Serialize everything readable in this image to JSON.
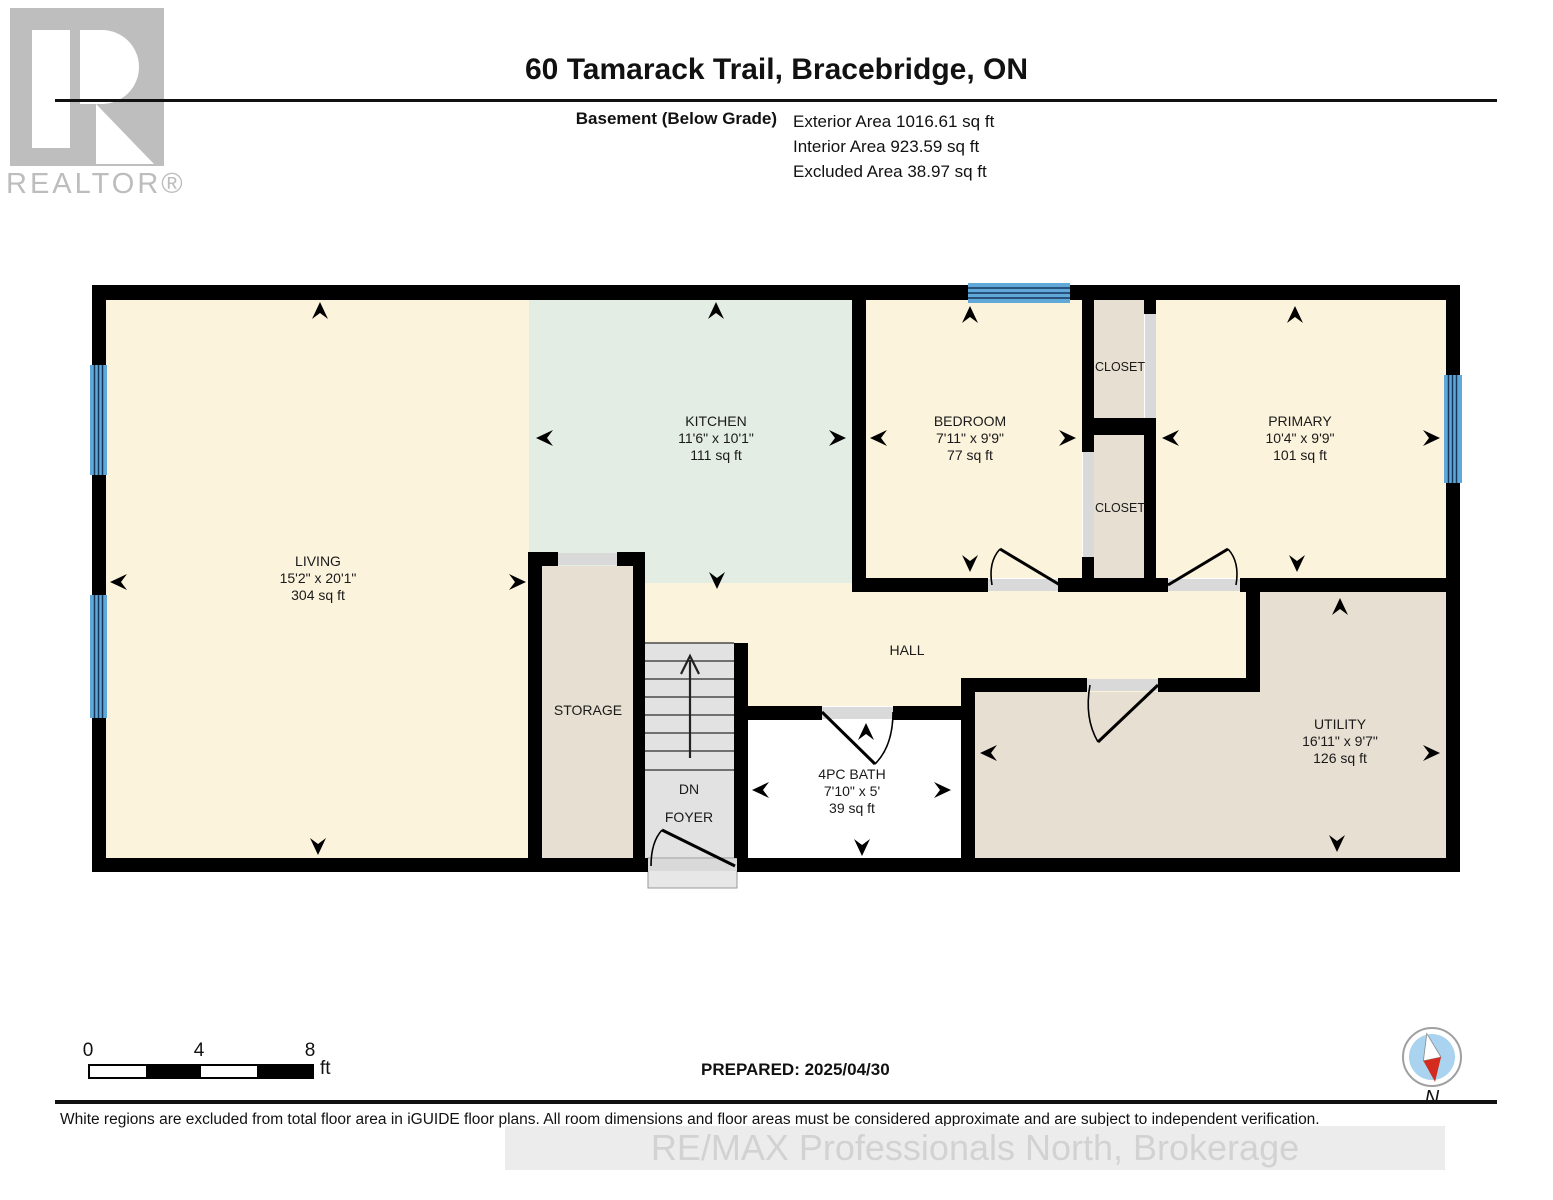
{
  "header": {
    "title": "60 Tamarack Trail, Bracebridge, ON",
    "floor_label": "Basement (Below Grade)",
    "areas": {
      "exterior": "Exterior Area 1016.61 sq ft",
      "interior": "Interior Area 923.59 sq ft",
      "excluded": "Excluded Area 38.97 sq ft"
    }
  },
  "branding": {
    "realtor_logo_text": "REALTOR®",
    "watermark": "RE/MAX Professionals North, Brokerage"
  },
  "rooms": {
    "living": {
      "name": "LIVING",
      "dims": "15'2\" x 20'1\"",
      "area": "304 sq ft"
    },
    "kitchen": {
      "name": "KITCHEN",
      "dims": "11'6\" x 10'1\"",
      "area": "111 sq ft"
    },
    "bedroom": {
      "name": "BEDROOM",
      "dims": "7'11\" x 9'9\"",
      "area": "77 sq ft"
    },
    "closet_upper": {
      "name": "CLOSET"
    },
    "closet_lower": {
      "name": "CLOSET"
    },
    "primary": {
      "name": "PRIMARY",
      "dims": "10'4\" x 9'9\"",
      "area": "101 sq ft"
    },
    "storage": {
      "name": "STORAGE"
    },
    "hall": {
      "name": "HALL"
    },
    "stairs": {
      "down_label": "DN"
    },
    "foyer": {
      "name": "FOYER"
    },
    "bath": {
      "name": "4PC BATH",
      "dims": "7'10\" x 5'",
      "area": "39 sq ft"
    },
    "utility": {
      "name": "UTILITY",
      "dims": "16'11\" x 9'7\"",
      "area": "126 sq ft"
    }
  },
  "scale_bar": {
    "ticks": [
      "0",
      "4",
      "8"
    ],
    "unit": "ft"
  },
  "compass": {
    "label": "N"
  },
  "footer": {
    "prepared": "PREPARED: 2025/04/30",
    "disclaimer": "White regions are excluded from total floor area in iGUIDE floor plans. All room dimensions and floor areas must be considered approximate and are subject to independent verification."
  },
  "colors": {
    "wall": "#000000",
    "room_cream": "#FCF3DC",
    "kitchen_mint": "#E3EDE3",
    "tan": "#E7DFD2",
    "stair_gray": "#E2E2E2",
    "threshold_gray": "#D9D9D9",
    "window_blue": "#5FA8D8",
    "excluded_white": "#FFFFFF",
    "compass_red": "#D42B1E",
    "compass_blue": "#A9D3EE",
    "logo_gray": "#BEBEBE"
  }
}
